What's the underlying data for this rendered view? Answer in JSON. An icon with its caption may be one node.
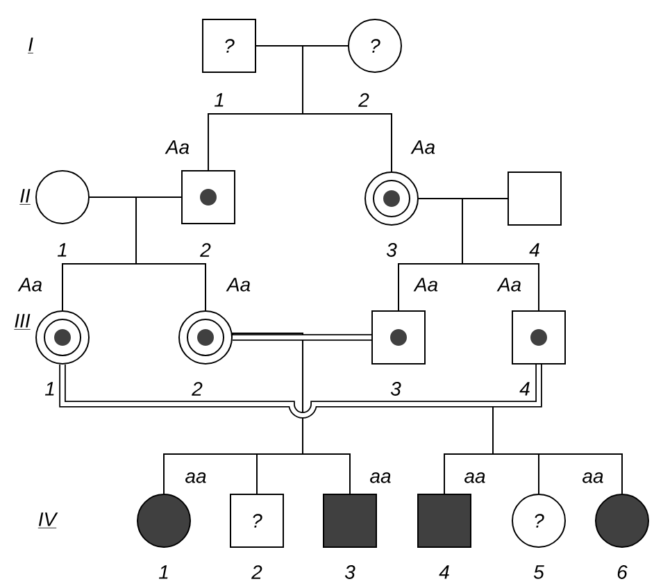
{
  "diagram": {
    "nodes": [
      {
        "text": [
          "?"
        ],
        "beside": [
          "1"
        ]
      },
      {
        "text": [
          "?"
        ],
        "beside": [
          "2"
        ]
      },
      {
        "text": [],
        "shape": "circle",
        "beside": [
          "1"
        ]
      },
      {
        "text": [],
        "shape": "box",
        "beside": [
          "Aa",
          "2"
        ]
      },
      {
        "text": [],
        "shape": "circle",
        "beside": [
          "Aa",
          "3"
        ]
      },
      {
        "text": [],
        "shape": "box",
        "beside": [
          "4"
        ]
      },
      {
        "text": [],
        "shape": "circle",
        "beside": [
          "Aa",
          "1"
        ]
      },
      {
        "text": [],
        "shape": "circle",
        "beside": [
          "Aa",
          "2"
        ]
      },
      {
        "text": [],
        "shape": "box",
        "beside": [
          "Aa",
          "3"
        ]
      },
      {
        "text": [],
        "shape": "box",
        "beside": [
          "Aa",
          "4"
        ]
      },
      {
        "text": [],
        "shape": "circle",
        "beside": [
          "aa",
          "1"
        ]
      },
      {
        "text": [
          "?"
        ],
        "beside": [
          "2"
        ]
      },
      {
        "text": [],
        "shape": "box",
        "beside": [
          "aa",
          "3"
        ]
      },
      {
        "text": [],
        "shape": "box",
        "beside": [
          "aa",
          "4"
        ]
      },
      {
        "text": [
          "?"
        ],
        "beside": [
          "5"
        ]
      },
      {
        "text": [],
        "shape": "circle",
        "beside": [
          "aa",
          "6"
        ]
      }
    ],
    "edges": [
      {
        "from": 0,
        "to": 1,
        "arrow": "none"
      },
      {
        "from": 2,
        "to": 3,
        "arrow": "none"
      },
      {
        "from": 4,
        "to": 5,
        "arrow": "none"
      },
      {
        "from": 7,
        "to": 8,
        "arrow": "none",
        "style": "thick"
      },
      {
        "from": 6,
        "to": 9,
        "arrow": "none",
        "style": "thick"
      },
      {
        "from": 0,
        "to": 3,
        "arrow": "none"
      },
      {
        "from": 0,
        "to": 4,
        "arrow": "none"
      },
      {
        "from": 2,
        "to": 6,
        "arrow": "none"
      },
      {
        "from": 2,
        "to": 7,
        "arrow": "none"
      },
      {
        "from": 4,
        "to": 8,
        "arrow": "none"
      },
      {
        "from": 4,
        "to": 9,
        "arrow": "none"
      },
      {
        "from": 7,
        "to": 10,
        "arrow": "none"
      },
      {
        "from": 7,
        "to": 11,
        "arrow": "none"
      },
      {
        "from": 7,
        "to": 12,
        "arrow": "none"
      },
      {
        "from": 9,
        "to": 13,
        "arrow": "none"
      },
      {
        "from": 9,
        "to": 14,
        "arrow": "none"
      },
      {
        "from": 9,
        "to": 15,
        "arrow": "none"
      }
    ],
    "labels": [
      "I",
      "II",
      "III",
      "IV"
    ]
  }
}
